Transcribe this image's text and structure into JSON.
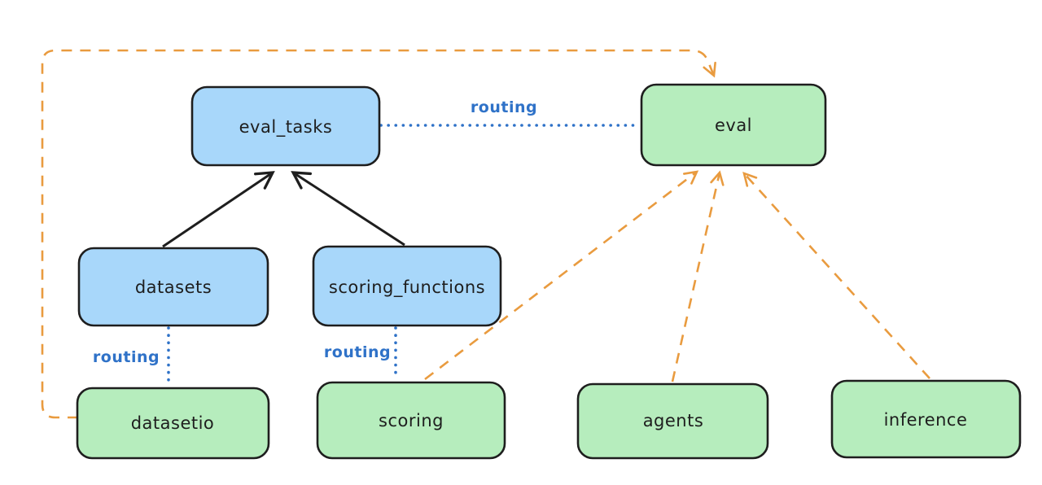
{
  "colors": {
    "canvas-bg": "#ffffff",
    "node-blue-fill": "#a8d7fa",
    "node-green-fill": "#b6edbd",
    "node-stroke": "#1e1e1e",
    "routing-blue": "#2f72c8",
    "arrow-orange": "#e99b3f",
    "arrow-black": "#1e1e1e"
  },
  "nodes": {
    "eval_tasks": {
      "label": "eval_tasks",
      "color": "blue"
    },
    "eval": {
      "label": "eval",
      "color": "green"
    },
    "datasets": {
      "label": "datasets",
      "color": "blue"
    },
    "scoring_functions": {
      "label": "scoring_functions",
      "color": "blue"
    },
    "datasetio": {
      "label": "datasetio",
      "color": "green"
    },
    "scoring": {
      "label": "scoring",
      "color": "green"
    },
    "agents": {
      "label": "agents",
      "color": "green"
    },
    "inference": {
      "label": "inference",
      "color": "green"
    }
  },
  "edge_labels": {
    "routing_top": "routing",
    "routing_datasets": "routing",
    "routing_scoring": "routing"
  },
  "edges": [
    {
      "from": "datasets",
      "to": "eval_tasks",
      "style": "solid-black-arrow"
    },
    {
      "from": "scoring_functions",
      "to": "eval_tasks",
      "style": "solid-black-arrow"
    },
    {
      "from": "eval_tasks",
      "to": "eval",
      "style": "dotted-blue",
      "label": "routing"
    },
    {
      "from": "datasets",
      "to": "datasetio",
      "style": "dotted-blue",
      "label": "routing"
    },
    {
      "from": "scoring_functions",
      "to": "scoring",
      "style": "dotted-blue",
      "label": "routing"
    },
    {
      "from": "datasetio",
      "to": "eval",
      "style": "dashed-orange-arrow",
      "route": "loop-around-top-left"
    },
    {
      "from": "scoring",
      "to": "eval",
      "style": "dashed-orange-arrow"
    },
    {
      "from": "agents",
      "to": "eval",
      "style": "dashed-orange-arrow"
    },
    {
      "from": "inference",
      "to": "eval",
      "style": "dashed-orange-arrow"
    }
  ]
}
